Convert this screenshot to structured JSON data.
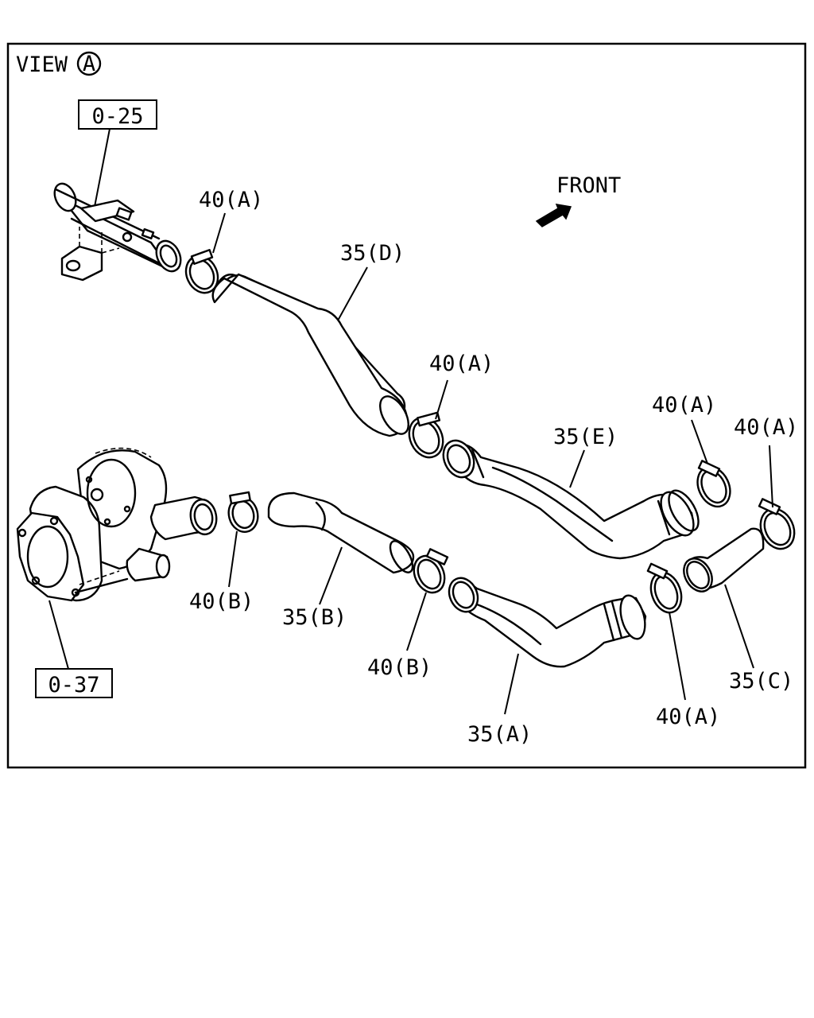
{
  "view": {
    "label": "VIEW",
    "marker": "A"
  },
  "refs": {
    "upper": "0-25",
    "lower": "0-37"
  },
  "front_label": "FRONT",
  "parts": {
    "hose_35d": "35(D)",
    "hose_35e": "35(E)",
    "hose_35b": "35(B)",
    "hose_35a": "35(A)",
    "hose_35c": "35(C)",
    "clamp_top_left": "40(A)",
    "clamp_top_mid": "40(A)",
    "clamp_right_1": "40(A)",
    "clamp_right_2": "40(A)",
    "clamp_bottom_right": "40(A)",
    "clamp_b_left": "40(B)",
    "clamp_b_mid": "40(B)"
  }
}
